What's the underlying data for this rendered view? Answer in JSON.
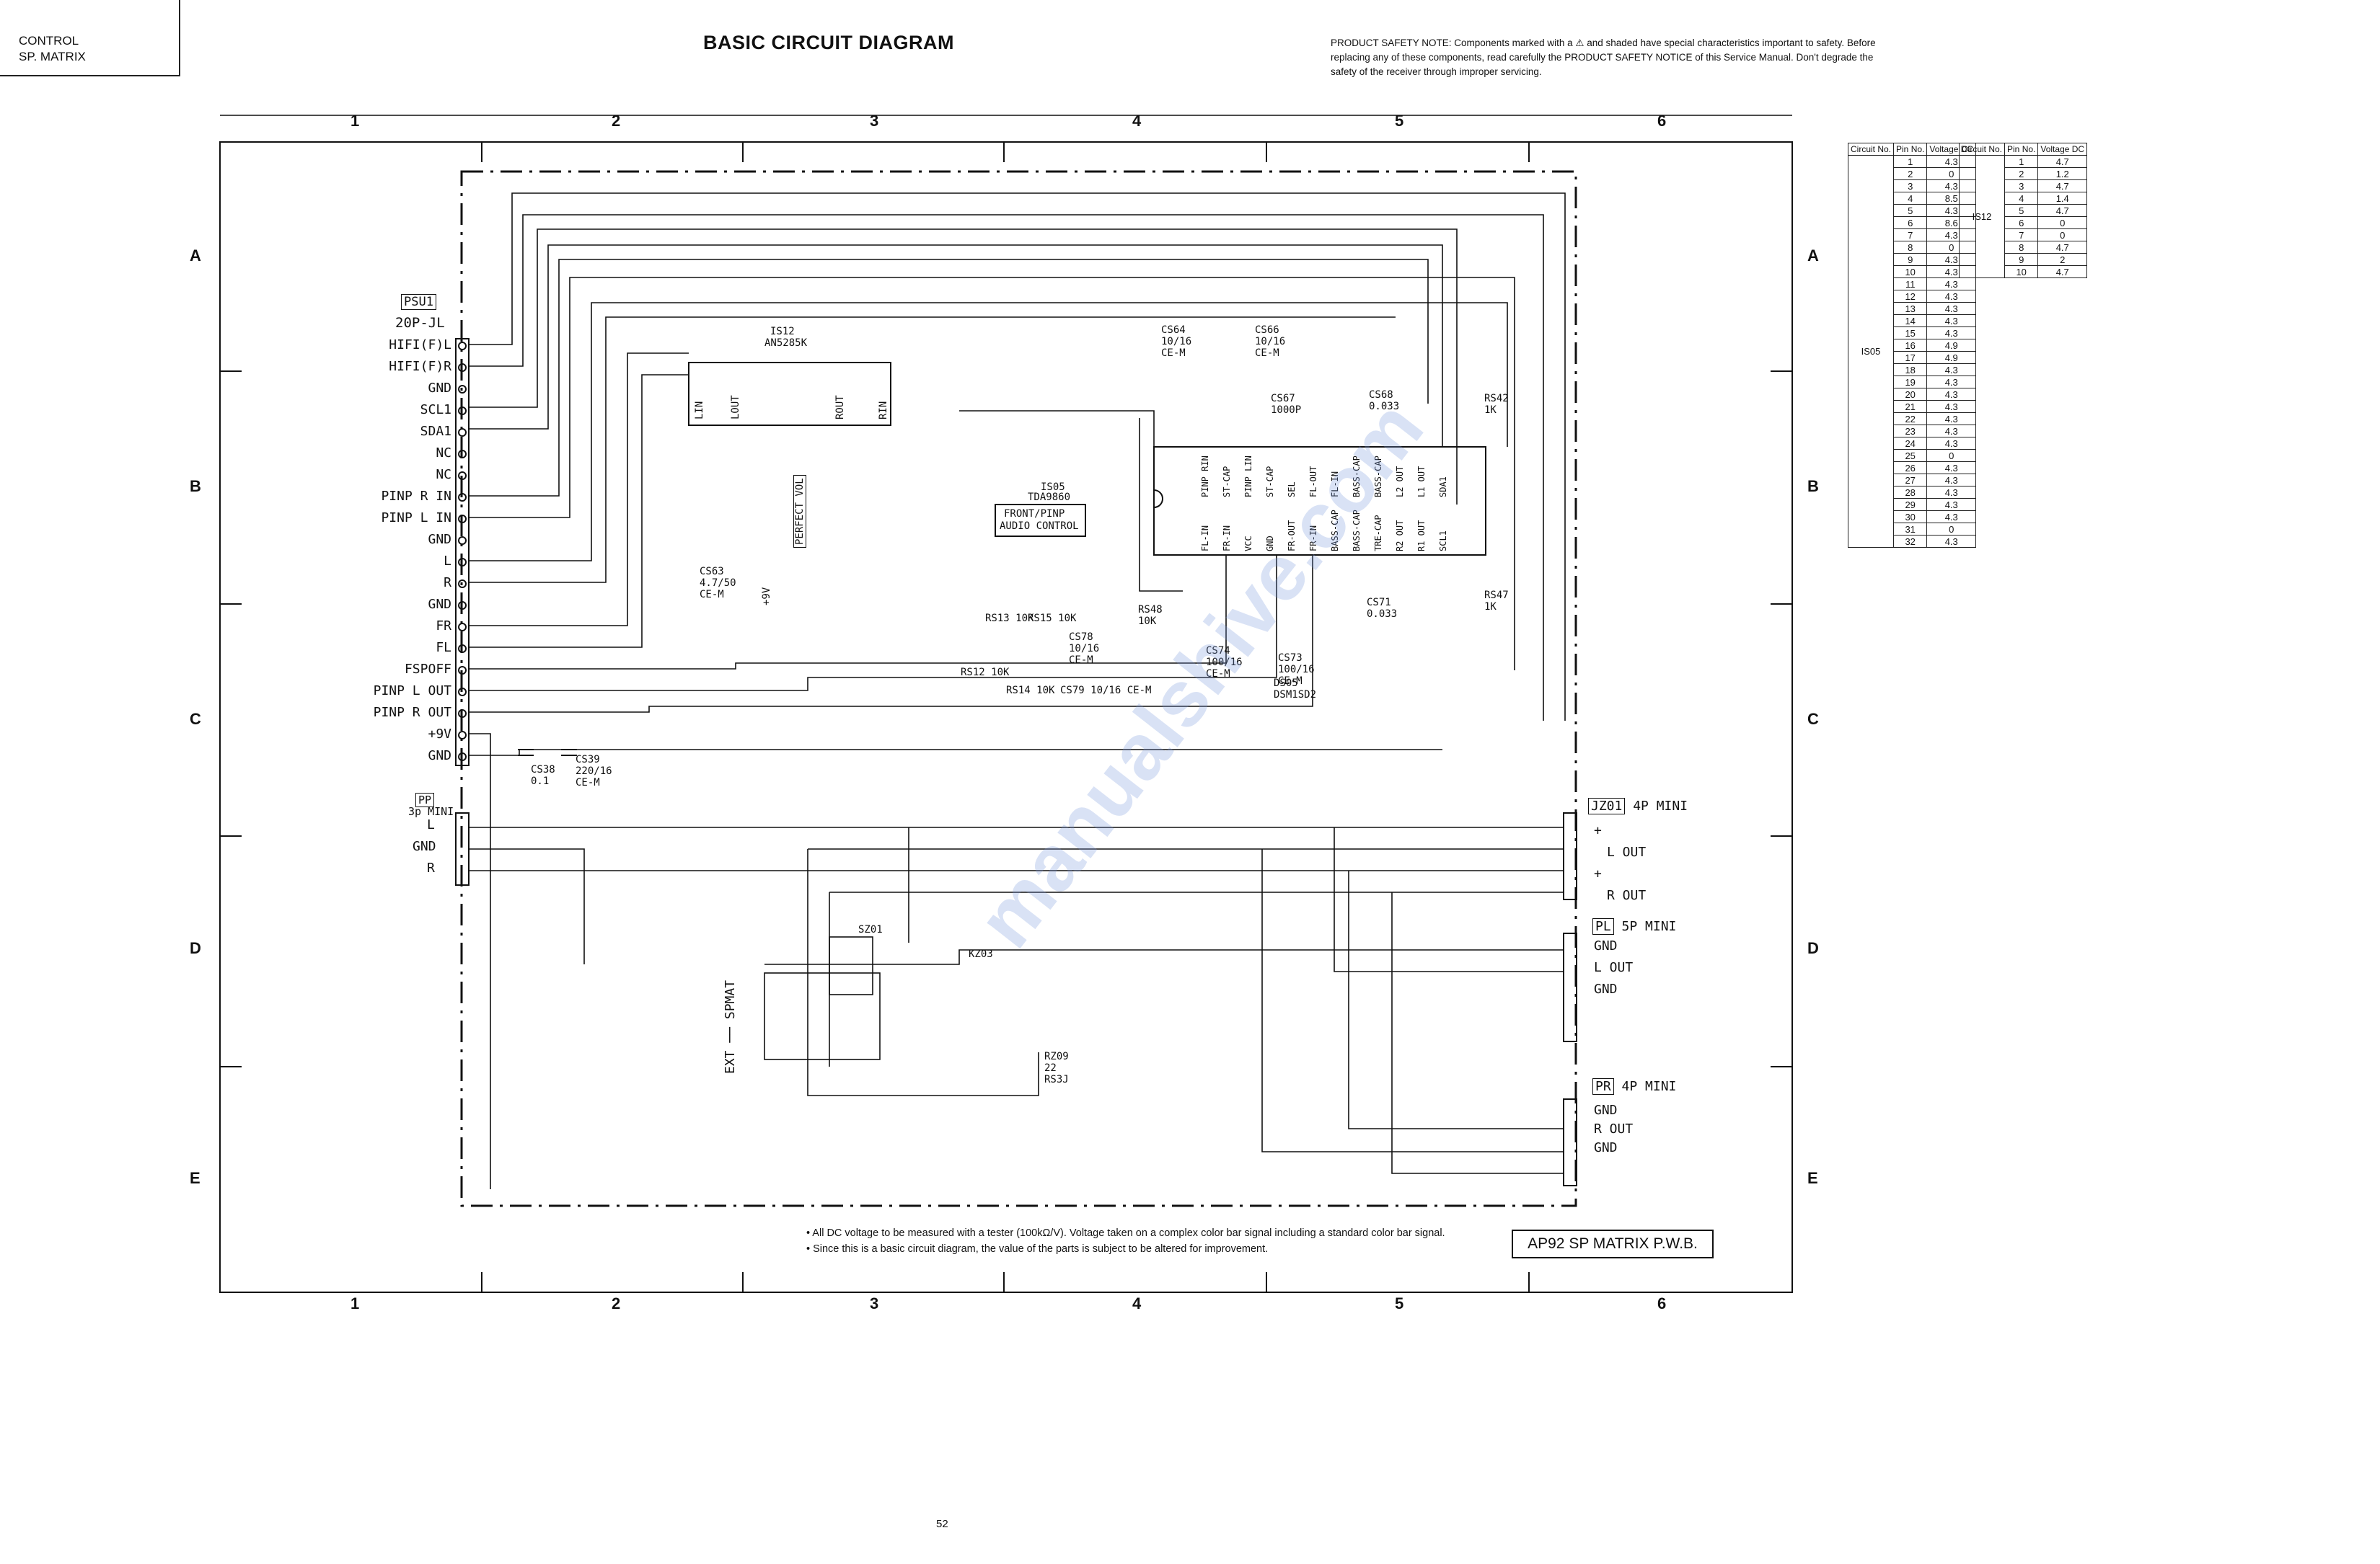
{
  "header": {
    "section_line1": "CONTROL",
    "section_line2": "SP. MATRIX",
    "title": "BASIC CIRCUIT DIAGRAM",
    "safety_note": "PRODUCT SAFETY NOTE: Components marked with a ⚠ and shaded have special characteristics important to safety. Before replacing any of these components, read carefully the PRODUCT SAFETY NOTICE of this Service Manual. Don't degrade the safety of the receiver through improper servicing."
  },
  "grid": {
    "columns": [
      "1",
      "2",
      "3",
      "4",
      "5",
      "6"
    ],
    "rows": [
      "A",
      "B",
      "C",
      "D",
      "E"
    ]
  },
  "psu1": {
    "ref": "PSU1",
    "type": "20P-JL",
    "pins": [
      "HIFI(F)L",
      "HIFI(F)R",
      "GND",
      "SCL1",
      "SDA1",
      "NC",
      "NC",
      "PINP R IN",
      "PINP L IN",
      "GND",
      "L",
      "R",
      "GND",
      "FR",
      "FL",
      "FSPOFF",
      "PINP L OUT",
      "PINP R OUT",
      "+9V",
      "GND"
    ]
  },
  "pp": {
    "ref": "PP",
    "type": "3p MINI",
    "pins": [
      "L",
      "GND",
      "R"
    ]
  },
  "jz01": {
    "ref": "JZ01",
    "type": "4P MINI",
    "pins": [
      "+",
      "L OUT",
      "+",
      "R OUT"
    ]
  },
  "pl": {
    "ref": "PL",
    "type": "5P MINI",
    "pins": [
      "GND",
      "L OUT",
      "GND"
    ]
  },
  "pr": {
    "ref": "PR",
    "type": "4P MINI",
    "pins": [
      "GND",
      "R OUT",
      "GND"
    ]
  },
  "is12": {
    "ref": "IS12",
    "part": "AN5285K",
    "pins": [
      "LIN",
      "LOUT",
      "ROUT",
      "RIN"
    ]
  },
  "is05": {
    "ref": "IS05",
    "part": "TDA9860",
    "function_line1": "FRONT/PINP",
    "function_line2": "AUDIO CONTROL",
    "top_pins": [
      "PINP RIN",
      "ST-CAP",
      "PINP LIN",
      "ST-CAP",
      "SEL",
      "FL-OUT",
      "FL-IN",
      "BASS-CAP",
      "BASS-CAP",
      "L2 OUT",
      "L1 OUT",
      "SDA1"
    ],
    "bottom_pins": [
      "FL-IN",
      "FR-IN",
      "VCC",
      "GND",
      "FR-OUT",
      "FR-IN",
      "BASS-CAP",
      "BASS-CAP",
      "TRE-CAP",
      "R2 OUT",
      "R1 OUT",
      "SCL1"
    ]
  },
  "components": {
    "cs38": "CS38\n0.1",
    "cs39": "CS39\n220/16\nCE-M",
    "cs63": "CS63\n4.7/50\nCE-M",
    "cs64": "CS64\n10/16\nCE-M",
    "cs66": "CS66\n10/16\nCE-M",
    "cs67": "CS67\n1000P",
    "cs68": "CS68\n0.033",
    "cs71": "CS71\n0.033",
    "cs73": "CS73\n100/16\nCE-M",
    "cs74": "CS74\n100/16\nCE-M",
    "cs78": "CS78\n10/16\nCE-M",
    "cs79": "CS79 10/16 CE-M",
    "rs12": "RS12 10K",
    "rs13": "RS13 10K",
    "rs14": "RS14 10K",
    "rs15": "RS15 10K",
    "rs42": "RS42\n1K",
    "rs47": "RS47\n1K",
    "rs48": "RS48\n10K",
    "ds05": "DS05\nDSM1SD2",
    "sz01": "SZ01",
    "kz03": "KZ03",
    "rz09": "RZ09\n22\nRS3J",
    "perfect_vol": "PERFECT VOL",
    "plus9v": "+9V",
    "ext_spmat": "EXT ── SPMAT"
  },
  "voltage_table_1": {
    "headers": [
      "Circuit No.",
      "Pin No.",
      "Voltage DC"
    ],
    "circuit": "IS05",
    "rows": [
      [
        "1",
        "4.3"
      ],
      [
        "2",
        "0"
      ],
      [
        "3",
        "4.3"
      ],
      [
        "4",
        "8.5"
      ],
      [
        "5",
        "4.3"
      ],
      [
        "6",
        "8.6"
      ],
      [
        "7",
        "4.3"
      ],
      [
        "8",
        "0"
      ],
      [
        "9",
        "4.3"
      ],
      [
        "10",
        "4.3"
      ],
      [
        "11",
        "4.3"
      ],
      [
        "12",
        "4.3"
      ],
      [
        "13",
        "4.3"
      ],
      [
        "14",
        "4.3"
      ],
      [
        "15",
        "4.3"
      ],
      [
        "16",
        "4.9"
      ],
      [
        "17",
        "4.9"
      ],
      [
        "18",
        "4.3"
      ],
      [
        "19",
        "4.3"
      ],
      [
        "20",
        "4.3"
      ],
      [
        "21",
        "4.3"
      ],
      [
        "22",
        "4.3"
      ],
      [
        "23",
        "4.3"
      ],
      [
        "24",
        "4.3"
      ],
      [
        "25",
        "0"
      ],
      [
        "26",
        "4.3"
      ],
      [
        "27",
        "4.3"
      ],
      [
        "28",
        "4.3"
      ],
      [
        "29",
        "4.3"
      ],
      [
        "30",
        "4.3"
      ],
      [
        "31",
        "0"
      ],
      [
        "32",
        "4.3"
      ]
    ]
  },
  "voltage_table_2": {
    "headers": [
      "Circuit No.",
      "Pin No.",
      "Voltage DC"
    ],
    "circuit": "IS12",
    "rows": [
      [
        "1",
        "4.7"
      ],
      [
        "2",
        "1.2"
      ],
      [
        "3",
        "4.7"
      ],
      [
        "4",
        "1.4"
      ],
      [
        "5",
        "4.7"
      ],
      [
        "6",
        "0"
      ],
      [
        "7",
        "0"
      ],
      [
        "8",
        "4.7"
      ],
      [
        "9",
        "2"
      ],
      [
        "10",
        "4.7"
      ]
    ]
  },
  "notes": [
    "• All DC voltage to be measured with a tester (100kΩ/V). Voltage taken on a complex color bar signal including a standard color bar signal.",
    "• Since this is a basic circuit diagram, the value of the parts is subject to be altered for improvement."
  ],
  "board_name": "AP92 SP MATRIX P.W.B.",
  "page_number": "52",
  "watermark": "manualshive.com"
}
